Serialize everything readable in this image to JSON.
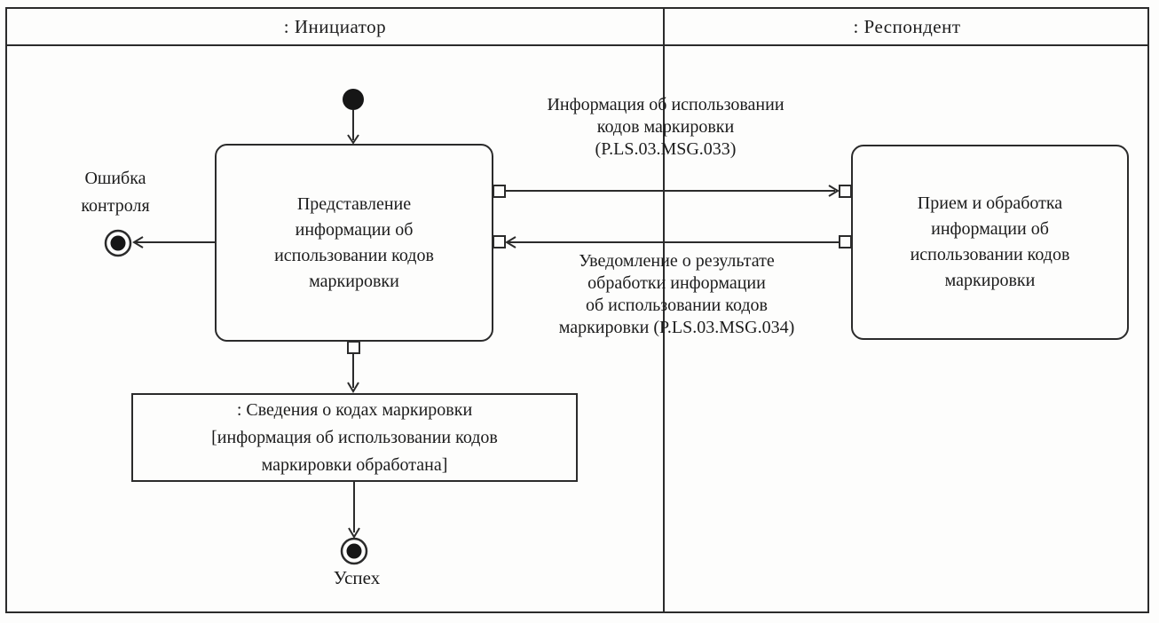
{
  "diagram": {
    "type": "uml-activity-swimlane",
    "lanes": [
      {
        "label": ": Инициатор"
      },
      {
        "label": ": Респондент"
      }
    ],
    "nodes": {
      "initiator_activity_lines": [
        "Представление",
        "информации об",
        "использовании кодов",
        "маркировки"
      ],
      "respondent_activity_lines": [
        "Прием и обработка",
        "информации об",
        "использовании кодов",
        "маркировки"
      ],
      "object_node_lines": [
        ": Сведения о кодах маркировки",
        "[информация об использовании кодов",
        "маркировки обработана]"
      ],
      "error_final_lines": [
        "Ошибка",
        "контроля"
      ],
      "success_final_label": "Успех"
    },
    "messages": {
      "request_lines": [
        "Информация об использовании",
        "кодов маркировки",
        "(P.LS.03.MSG.033)"
      ],
      "response_lines": [
        "Уведомление о результате",
        "обработки информации",
        "об использовании кодов",
        "маркировки (P.LS.03.MSG.034)"
      ]
    },
    "colors": {
      "ink": "#2b2b2b",
      "paper": "#fdfdfc"
    }
  }
}
